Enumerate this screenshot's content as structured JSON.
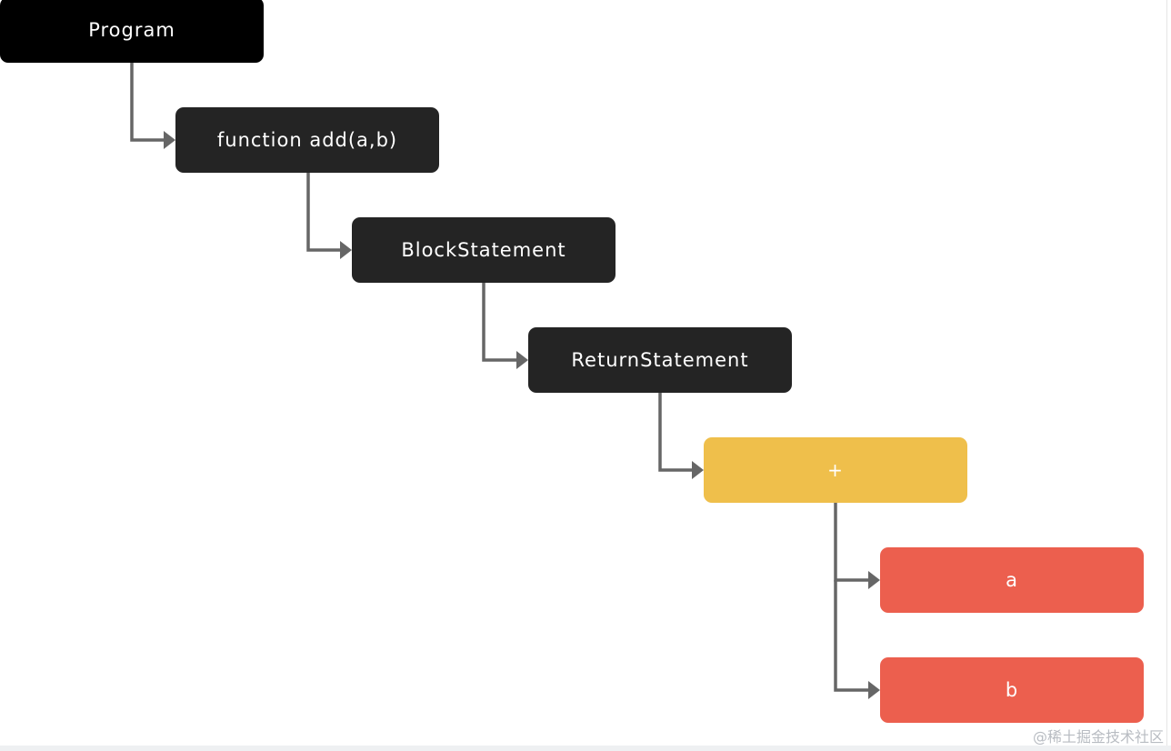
{
  "diagram": {
    "nodes": [
      {
        "id": "program",
        "label": "Program"
      },
      {
        "id": "function",
        "label": "function add(a,b)"
      },
      {
        "id": "block",
        "label": "BlockStatement"
      },
      {
        "id": "return",
        "label": "ReturnStatement"
      },
      {
        "id": "plus",
        "label": "+"
      },
      {
        "id": "a",
        "label": "a"
      },
      {
        "id": "b",
        "label": "b"
      }
    ],
    "edges": [
      {
        "from": "program",
        "to": "function"
      },
      {
        "from": "function",
        "to": "block"
      },
      {
        "from": "block",
        "to": "return"
      },
      {
        "from": "return",
        "to": "plus"
      },
      {
        "from": "plus",
        "to": "a"
      },
      {
        "from": "plus",
        "to": "b"
      }
    ],
    "colors": {
      "root": "#000000",
      "statement": "#242424",
      "operator": "#efbf4b",
      "operand": "#ec5f4e",
      "connector": "#666666"
    }
  },
  "watermark": "@稀土掘金技术社区"
}
